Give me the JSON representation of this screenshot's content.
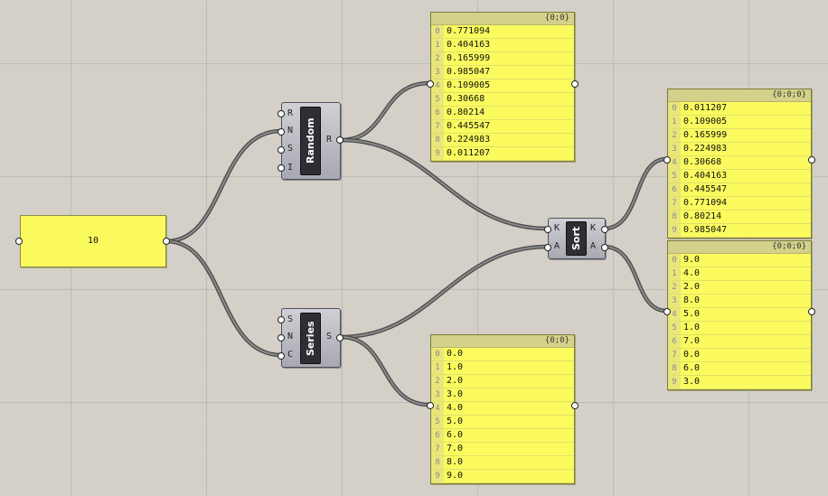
{
  "slider": {
    "value": "10"
  },
  "random": {
    "title": "Random",
    "inputs": [
      "R",
      "N",
      "S",
      "I"
    ],
    "output": "R"
  },
  "series": {
    "title": "Series",
    "inputs": [
      "S",
      "N",
      "C"
    ],
    "output": "S"
  },
  "sort": {
    "title": "Sort",
    "inputs": [
      "K",
      "A"
    ],
    "outputs": [
      "K",
      "A"
    ]
  },
  "panels": {
    "random_out": {
      "path": "{0;0}",
      "values": [
        "0.771094",
        "0.404163",
        "0.165999",
        "0.985047",
        "0.109005",
        "0.30668",
        "0.80214",
        "0.445547",
        "0.224983",
        "0.011207"
      ]
    },
    "series_out": {
      "path": "{0;0}",
      "values": [
        "0.0",
        "1.0",
        "2.0",
        "3.0",
        "4.0",
        "5.0",
        "6.0",
        "7.0",
        "8.0",
        "9.0"
      ]
    },
    "sort_keys": {
      "path": "{0;0;0}",
      "values": [
        "0.011207",
        "0.109005",
        "0.165999",
        "0.224983",
        "0.30668",
        "0.404163",
        "0.445547",
        "0.771094",
        "0.80214",
        "0.985047"
      ]
    },
    "sort_values": {
      "path": "{0;0;0}",
      "values": [
        "9.0",
        "4.0",
        "2.0",
        "8.0",
        "5.0",
        "1.0",
        "7.0",
        "0.0",
        "6.0",
        "3.0"
      ]
    }
  },
  "indices": [
    "0",
    "1",
    "2",
    "3",
    "4",
    "5",
    "6",
    "7",
    "8",
    "9"
  ],
  "colors": {
    "canvas": "#d4d0c8",
    "panel": "#fbfb5f",
    "component": "#b4b4bc"
  }
}
